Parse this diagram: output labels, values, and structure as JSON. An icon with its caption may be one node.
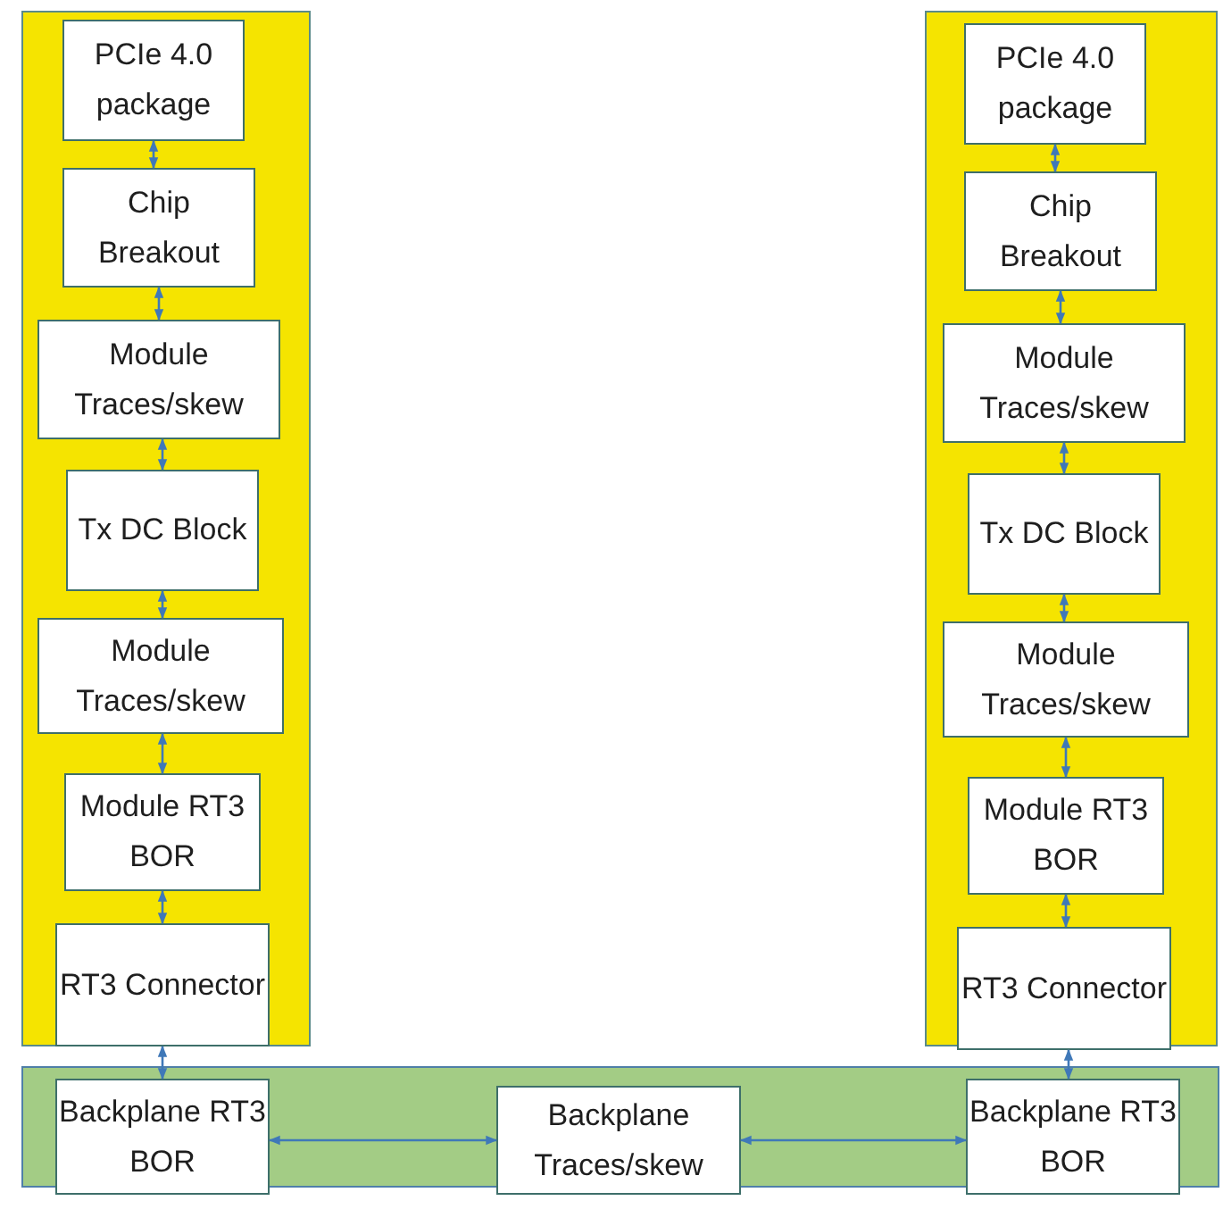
{
  "diagram": {
    "nodes": [
      {
        "text": [],
        "shape": "box"
      },
      {
        "text": [
          "PCIe 4.0 package"
        ],
        "in": 0
      },
      {
        "text": [
          "Chip Breakout"
        ],
        "in": 0
      },
      {
        "text": [
          "Module Traces/skew"
        ],
        "in": 0
      },
      {
        "text": [
          "Tx DC Block"
        ],
        "in": 0
      },
      {
        "text": [
          "Module Traces/skew"
        ],
        "in": 0
      },
      {
        "text": [
          "Module RT3 BOR"
        ],
        "in": 0
      },
      {
        "text": [
          "RT3 Connector"
        ],
        "in": 0
      },
      {
        "text": [],
        "shape": "box"
      },
      {
        "text": [
          "PCIe 4.0 package"
        ],
        "in": 8
      },
      {
        "text": [
          "Chip Breakout"
        ],
        "in": 8
      },
      {
        "text": [
          "Module Traces/skew"
        ],
        "in": 8
      },
      {
        "text": [
          "Tx DC Block"
        ],
        "in": 8
      },
      {
        "text": [
          "Module Traces/skew"
        ],
        "in": 8
      },
      {
        "text": [
          "Module RT3 BOR"
        ],
        "in": 8
      },
      {
        "text": [
          "RT3 Connector"
        ],
        "in": 8
      },
      {
        "text": [],
        "shape": "box"
      },
      {
        "text": [
          "Backplane RT3 BOR"
        ],
        "in": 16
      },
      {
        "text": [
          "Backplane Traces/skew"
        ],
        "in": 16
      },
      {
        "text": [
          "Backplane RT3 BOR"
        ],
        "in": 16
      }
    ],
    "edges": [
      {
        "from": 1,
        "to": 2,
        "arrow": "both"
      },
      {
        "from": 2,
        "to": 3,
        "arrow": "both"
      },
      {
        "from": 3,
        "to": 4,
        "arrow": "both"
      },
      {
        "from": 4,
        "to": 5,
        "arrow": "both"
      },
      {
        "from": 5,
        "to": 6,
        "arrow": "both"
      },
      {
        "from": 6,
        "to": 7,
        "arrow": "both"
      },
      {
        "from": 7,
        "to": 17,
        "arrow": "both"
      },
      {
        "from": 9,
        "to": 10,
        "arrow": "both"
      },
      {
        "from": 10,
        "to": 11,
        "arrow": "both"
      },
      {
        "from": 11,
        "to": 12,
        "arrow": "both"
      },
      {
        "from": 12,
        "to": 13,
        "arrow": "both"
      },
      {
        "from": 13,
        "to": 14,
        "arrow": "both"
      },
      {
        "from": 14,
        "to": 15,
        "arrow": "both"
      },
      {
        "from": 15,
        "to": 19,
        "arrow": "both"
      },
      {
        "from": 17,
        "to": 18,
        "arrow": "both"
      },
      {
        "from": 18,
        "to": 19,
        "arrow": "both"
      }
    ]
  }
}
